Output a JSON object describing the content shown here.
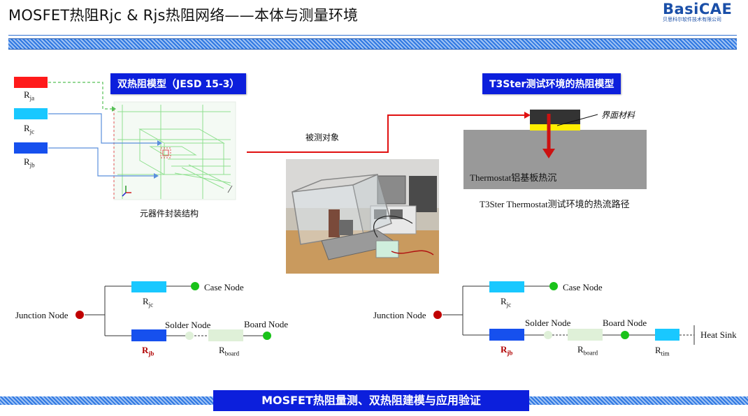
{
  "header": {
    "title": "MOSFET热阻Rjc & Rjs热阻网络——本体与测量环境",
    "logo_main": "BasiCAE",
    "logo_sub": "贝思科尔软件技术有限公司"
  },
  "left_panel": {
    "section_label": "双热阻模型（JESD 15-3）",
    "legend": [
      {
        "name": "R",
        "sub": "ja",
        "color": "#ff1a1a"
      },
      {
        "name": "R",
        "sub": "jc",
        "color": "#19c8ff"
      },
      {
        "name": "R",
        "sub": "jb",
        "color": "#1650ee"
      }
    ],
    "caption": "元器件封装结构"
  },
  "middle": {
    "arrow_label": "被测对象"
  },
  "right_panel": {
    "section_label": "T3Ster测试环境的热阻模型",
    "interface_label": "界面材料",
    "heatsink_label": "Thermostat铝基板热沉",
    "caption": "T3Ster Thermostat测试环境的热流路径"
  },
  "network_left": {
    "junction": "Junction Node",
    "case_node": "Case Node",
    "solder_node": "Solder Node",
    "board_node": "Board Node",
    "r_jc": {
      "name": "R",
      "sub": "jc"
    },
    "r_jb": {
      "name": "R",
      "sub": "jb"
    },
    "r_board": {
      "name": "R",
      "sub": "board"
    }
  },
  "network_right": {
    "junction": "Junction Node",
    "case_node": "Case Node",
    "solder_node": "Solder Node",
    "board_node": "Board Node",
    "heat_sink": "Heat Sink",
    "r_jc": {
      "name": "R",
      "sub": "jc"
    },
    "r_jb": {
      "name": "R",
      "sub": "jb"
    },
    "r_board": {
      "name": "R",
      "sub": "board"
    },
    "r_tim": {
      "name": "R",
      "sub": "tim"
    }
  },
  "footer": {
    "label": "MOSFET热阻量测、双热阻建模与应用验证"
  },
  "colors": {
    "accent_blue": "#0c1fdc",
    "r_ja": "#ff1a1a",
    "r_jc": "#19c8ff",
    "r_jb": "#1650ee",
    "r_board": "#dff0d8",
    "node_green": "#19c219",
    "node_red": "#c00000",
    "arrow_red": "#e01010"
  }
}
